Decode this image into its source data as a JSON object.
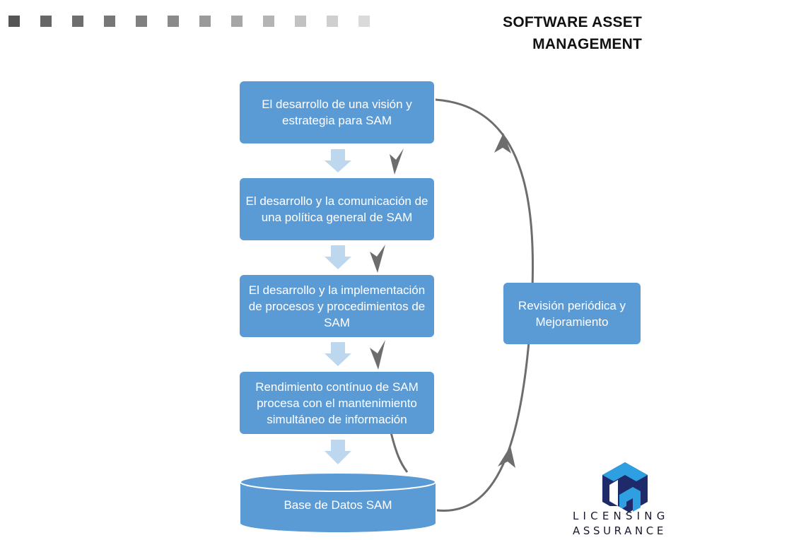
{
  "header": {
    "title_line1": "SOFTWARE ASSET",
    "title_line2": "MANAGEMENT"
  },
  "steps": [
    "El desarrollo de una visión y estrategia para SAM",
    "El desarrollo y la comunicación de una política general de SAM",
    "El desarrollo y la implementación de procesos y procedimientos de SAM",
    "Rendimiento contínuo de SAM procesa con el mantenimiento simultáneo de información"
  ],
  "database": {
    "label": "Base de Datos SAM"
  },
  "review": {
    "label": "Revisión periódica y Mejoramiento"
  },
  "logo": {
    "line1": "LICENSING",
    "line2": "ASSURANCE"
  },
  "colors": {
    "box": "#5b9bd5",
    "down_arrow": "#bdd7ee",
    "cycle_arrow": "#6d6d6d",
    "logo_blue": "#2e9fe0",
    "logo_navy": "#1f2a6b"
  }
}
